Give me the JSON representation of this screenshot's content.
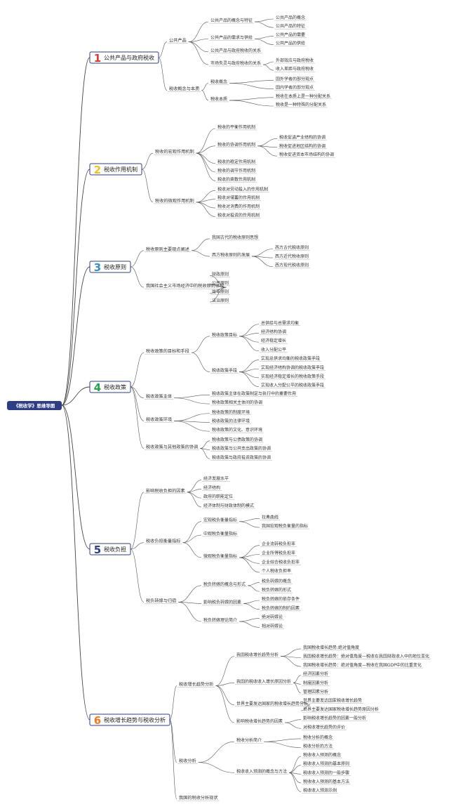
{
  "root": {
    "label": "《税收学》思维导图"
  },
  "colors": {
    "root_bg": "#2e3e86",
    "box_border": "#2e3e86",
    "num": [
      "#e03a2f",
      "#f2c21b",
      "#2f8fd0",
      "#24a34b",
      "#2e3e86",
      "#f07a1c"
    ]
  },
  "branches": [
    {
      "num": "1",
      "label": "公共产品与政府税收",
      "children": [
        {
          "label": "公共产品",
          "children": [
            {
              "label": "公共产品的概念与特征",
              "children": [
                {
                  "label": "公共产品的概念"
                },
                {
                  "label": "公共产品的特征"
                }
              ]
            },
            {
              "label": "公共产品的需求与供给",
              "children": [
                {
                  "label": "公共产品的需要"
                },
                {
                  "label": "公共产品的供给"
                }
              ]
            },
            {
              "label": "公共产品与政府税收的关系"
            },
            {
              "label": "市场失灵与政府税收的关系",
              "children": [
                {
                  "label": "外部效应与政府税收"
                },
                {
                  "label": "收入差距与政府税收"
                }
              ]
            }
          ]
        },
        {
          "label": "税收概念与本质",
          "children": [
            {
              "label": "税收概念",
              "children": [
                {
                  "label": "国外学者的部分观点"
                },
                {
                  "label": "国内学者的部分观点"
                }
              ]
            },
            {
              "label": "税收本质",
              "children": [
                {
                  "label": "税收在本质上是一种分配关系"
                },
                {
                  "label": "税收是一种特殊的分配关系"
                }
              ]
            }
          ]
        }
      ]
    },
    {
      "num": "2",
      "label": "税收作用机制",
      "children": [
        {
          "label": "税收的宏观作用机制",
          "children": [
            {
              "label": "税收的平衡作用机制"
            },
            {
              "label": "税收的协调作用机制",
              "children": [
                {
                  "label": "税收促进产业结构的协调"
                },
                {
                  "label": "税收促进地区结构的协调"
                },
                {
                  "label": "税收促进资本市场结构的协调"
                }
              ]
            },
            {
              "label": "税收的稳定作用机制"
            },
            {
              "label": "税收的调节作用机制"
            },
            {
              "label": "税收的乘数作用机制"
            }
          ]
        },
        {
          "label": "税收的微观作用机制",
          "children": [
            {
              "label": "税收对劳动投入的作用机制"
            },
            {
              "label": "税收对储蓄的作用机制"
            },
            {
              "label": "税收对消费的作用机制"
            },
            {
              "label": "税收对投资的作用机制"
            }
          ]
        }
      ]
    },
    {
      "num": "3",
      "label": "税收原则",
      "children": [
        {
          "label": "税收原则主要观点阐述",
          "children": [
            {
              "label": "我国古代的税收原则思想"
            },
            {
              "label": "西方税收原则的发展",
              "children": [
                {
                  "label": "西方古代税收原则"
                },
                {
                  "label": "西方近代税收原则"
                },
                {
                  "label": "西方现代税收原则"
                }
              ]
            }
          ]
        },
        {
          "label": "我国社会主义市场经济中的税收原则体现",
          "children": [
            {
              "label": "财政原则"
            },
            {
              "label": "公平原则"
            },
            {
              "label": "效率原则"
            },
            {
              "label": "法治原则"
            }
          ]
        }
      ]
    },
    {
      "num": "4",
      "label": "税收政策",
      "children": [
        {
          "label": "税收政策的目标和手段",
          "children": [
            {
              "label": "税收政策目标",
              "children": [
                {
                  "label": "总供给与总需求均衡"
                },
                {
                  "label": "经济结构协调"
                },
                {
                  "label": "经济稳定增长"
                },
                {
                  "label": "收入分配公平"
                }
              ]
            },
            {
              "label": "税收政策手段",
              "children": [
                {
                  "label": "实现总供求均衡的税收政策手段"
                },
                {
                  "label": "实现经济结构协调的税收政策手段"
                },
                {
                  "label": "实现经济稳定增长的税收政策手段"
                },
                {
                  "label": "实现收入分配公平的税收政策手段"
                }
              ]
            }
          ]
        },
        {
          "label": "税收政策主体",
          "children": [
            {
              "label": "税收政策主体在政策制定与执行中的重要作用"
            },
            {
              "label": "税收政策相关主体间的协调"
            }
          ]
        },
        {
          "label": "税收政策环境",
          "children": [
            {
              "label": "税收政策的制度环境"
            },
            {
              "label": "税收政策的法律环境"
            },
            {
              "label": "税收政策的文化、意识环境"
            }
          ]
        },
        {
          "label": "税收政策与其他政策的协调",
          "children": [
            {
              "label": "税收政策与公债政策的协调"
            },
            {
              "label": "税收政策与公共支出政策的协调"
            },
            {
              "label": "税收政策与政府投资政策的协调"
            }
          ]
        }
      ]
    },
    {
      "num": "5",
      "label": "税收负担",
      "children": [
        {
          "label": "影响税收负担的因素",
          "children": [
            {
              "label": "经济发展水平"
            },
            {
              "label": "经济结构"
            },
            {
              "label": "政府的职能定位"
            },
            {
              "label": "经济体制与财政体制的模式"
            }
          ]
        },
        {
          "label": "税收负担衡量指标",
          "children": [
            {
              "label": "宏观税负衡量指标",
              "children": [
                {
                  "label": "拉弗曲线"
                },
                {
                  "label": "我国宏观税负衡量的指标"
                }
              ]
            },
            {
              "label": "中观税负衡量指标"
            },
            {
              "label": "微观税负衡量指标",
              "children": [
                {
                  "label": "企业流转税负担率"
                },
                {
                  "label": "企业所得税负担率"
                },
                {
                  "label": "企业综合税收负担率"
                },
                {
                  "label": "个人税收负担率"
                }
              ]
            }
          ]
        },
        {
          "label": "税负转嫁与归宿",
          "children": [
            {
              "label": "税负转嫁的概念与形式",
              "children": [
                {
                  "label": "税负转嫁的概念"
                },
                {
                  "label": "税负转嫁的形式"
                }
              ]
            },
            {
              "label": "影响税负转嫁的因素",
              "children": [
                {
                  "label": "税负转嫁的依存条件"
                },
                {
                  "label": "税负转嫁的制约因素"
                }
              ]
            },
            {
              "label": "税负转嫁理论简介",
              "children": [
                {
                  "label": "绝对转嫁论"
                },
                {
                  "label": "相对转嫁论"
                }
              ]
            }
          ]
        }
      ]
    },
    {
      "num": "6",
      "label": "税收增长趋势与税收分析",
      "children": [
        {
          "label": "税收增长趋势分析",
          "children": [
            {
              "label": "我国税收增长趋势分析",
              "children": [
                {
                  "label": "我国税收增长趋势:绝对值角度"
                },
                {
                  "label": "我国税收增长趋势：绝对值角度—税收在我国财政收入中的地位变化"
                },
                {
                  "label": "我国税收增长趋势：绝对值角度—税收在我国GDP中的比重变化"
                }
              ]
            },
            {
              "label": "我国的税收收入增长原因分析",
              "children": [
                {
                  "label": "经济因素分析"
                },
                {
                  "label": "制度因素分析"
                },
                {
                  "label": "管理因素分析"
                }
              ]
            },
            {
              "label": "世界主要发达国家的税收增长趋势分析",
              "children": [
                {
                  "label": "世界主要发达国家税收增长趋势"
                },
                {
                  "label": "世界主要发达国家税收增长趋势原因分析"
                }
              ]
            },
            {
              "label": "影响税收增长趋势的因素",
              "children": [
                {
                  "label": "影响税收增长趋势的因素一般分析"
                },
                {
                  "label": "对税收增长趋势的评价"
                }
              ]
            }
          ]
        },
        {
          "label": "税收分析",
          "children": [
            {
              "label": "税收分析简介",
              "children": [
                {
                  "label": "税收分析的概念"
                },
                {
                  "label": "税收分析的方法"
                }
              ]
            },
            {
              "label": "税收收入预测的概念与方法",
              "children": [
                {
                  "label": "税收收入预测的概念"
                },
                {
                  "label": "税收收入预测的基本原则"
                },
                {
                  "label": "税收收入预测的一般步骤"
                },
                {
                  "label": "税收收入预测的基本方法"
                },
                {
                  "label": "税收收入预测示例"
                }
              ]
            }
          ]
        },
        {
          "label": "我国的税收分析现状"
        }
      ]
    }
  ]
}
